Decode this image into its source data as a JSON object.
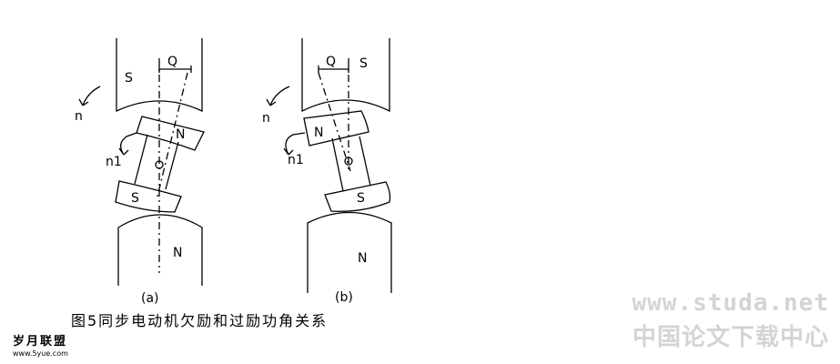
{
  "diagram_a": {
    "pole_top": "S",
    "pole_bottom": "N",
    "rotor_top": "N",
    "rotor_bottom": "S",
    "angle": "Q",
    "n": "n",
    "n1": "n1",
    "sub_label": "(a)"
  },
  "diagram_b": {
    "pole_top": "S",
    "pole_bottom": "N",
    "rotor_top": "N",
    "rotor_bottom": "S",
    "angle": "Q",
    "n": "n",
    "n1": "n1",
    "sub_label": "(b)"
  },
  "caption": "图5同步电动机欠励和过励功角关系",
  "logo_left": {
    "name": "岁月联盟",
    "url": "www.5yue.com"
  },
  "watermark": {
    "url": "www.studa.net",
    "name": "中国论文下载中心"
  }
}
